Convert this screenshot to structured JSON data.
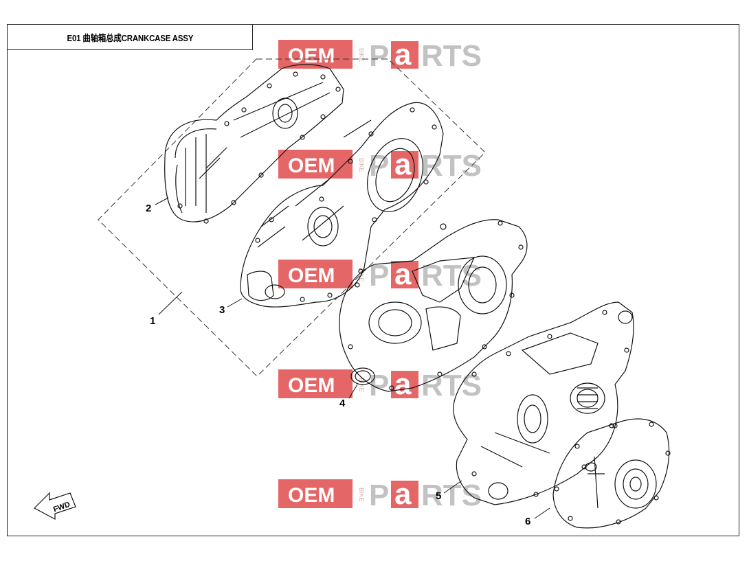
{
  "diagram": {
    "title": "E01 曲轴箱总成CRANKCASE ASSY",
    "direction_label": "FWD",
    "callouts": [
      "1",
      "2",
      "3",
      "4",
      "5",
      "6"
    ]
  },
  "watermark": {
    "oem": "OEM",
    "bike": "BIKE",
    "p": "P",
    "a": "a",
    "rts": "RTS",
    "color_red": "#e14b4b",
    "color_gray": "#b8b8b8"
  },
  "icons": {
    "direction_arrow": "fwd-arrow-icon"
  }
}
